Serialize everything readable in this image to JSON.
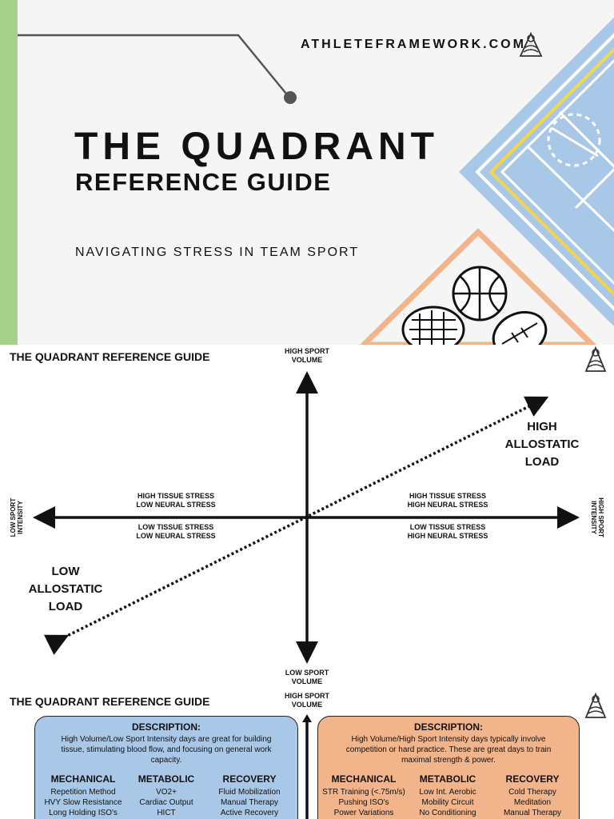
{
  "cover": {
    "website": "ATHLETEFRAMEWORK.COM",
    "title_line1": "THE QUADRANT",
    "title_line2": "REFERENCE GUIDE",
    "subtitle": "NAVIGATING STRESS IN TEAM SPORT",
    "colors": {
      "green_bar": "#a8d08d",
      "court_blue": "#a9c8e8",
      "court_yellow": "#f5d54a",
      "ball_orange": "#f2b48a"
    }
  },
  "quadrant": {
    "header": "THE QUADRANT REFERENCE GUIDE",
    "y_top": [
      "HIGH SPORT",
      "VOLUME"
    ],
    "y_bottom": [
      "LOW SPORT",
      "VOLUME"
    ],
    "x_left": [
      "LOW SPORT",
      "INTENSITY"
    ],
    "x_right": [
      "HIGH SPORT",
      "INTENSITY"
    ],
    "top_left": [
      "HIGH TISSUE STRESS",
      "LOW NEURAL STRESS"
    ],
    "top_right": [
      "HIGH TISSUE STRESS",
      "HIGH NEURAL STRESS"
    ],
    "bottom_left": [
      "LOW TISSUE STRESS",
      "LOW NEURAL STRESS"
    ],
    "bottom_right": [
      "LOW TISSUE STRESS",
      "HIGH NEURAL STRESS"
    ],
    "high_load": [
      "HIGH",
      "ALLOSTATIC",
      "LOAD"
    ],
    "low_load": [
      "LOW",
      "ALLOSTATIC",
      "LOAD"
    ]
  },
  "detail": {
    "header": "THE QUADRANT REFERENCE GUIDE",
    "y_top": [
      "HIGH SPORT",
      "VOLUME"
    ],
    "left": {
      "desc_title": "DESCRIPTION:",
      "desc_text": "High Volume/Low Sport Intensity days are great for building tissue, stimulating blood flow, and focusing on general work capacity.",
      "columns": [
        {
          "title": "MECHANICAL",
          "items": [
            "Repetition Method",
            "HVY Slow Resistance",
            "Long Holding ISO's"
          ]
        },
        {
          "title": "METABOLIC",
          "items": [
            "VO2+",
            "Cardiac Output",
            "HICT"
          ]
        },
        {
          "title": "RECOVERY",
          "items": [
            "Fluid Mobilization",
            "Manual Therapy",
            "Active Recovery"
          ]
        }
      ]
    },
    "right": {
      "desc_title": "DESCRIPTION:",
      "desc_text": "High Volume/High Sport Intensity days typically involve competition or hard practice.  These are great days to train maximal strength & power.",
      "columns": [
        {
          "title": "MECHANICAL",
          "items": [
            "STR Training (<.75m/s)",
            "Pushing ISO's",
            "Power Variations"
          ]
        },
        {
          "title": "METABOLIC",
          "items": [
            "Low Int. Aerobic",
            "Mobility Circuit",
            "No Conditioning"
          ]
        },
        {
          "title": "RECOVERY",
          "items": [
            "Cold Therapy",
            "Meditation",
            "Manual Therapy"
          ]
        }
      ]
    }
  }
}
